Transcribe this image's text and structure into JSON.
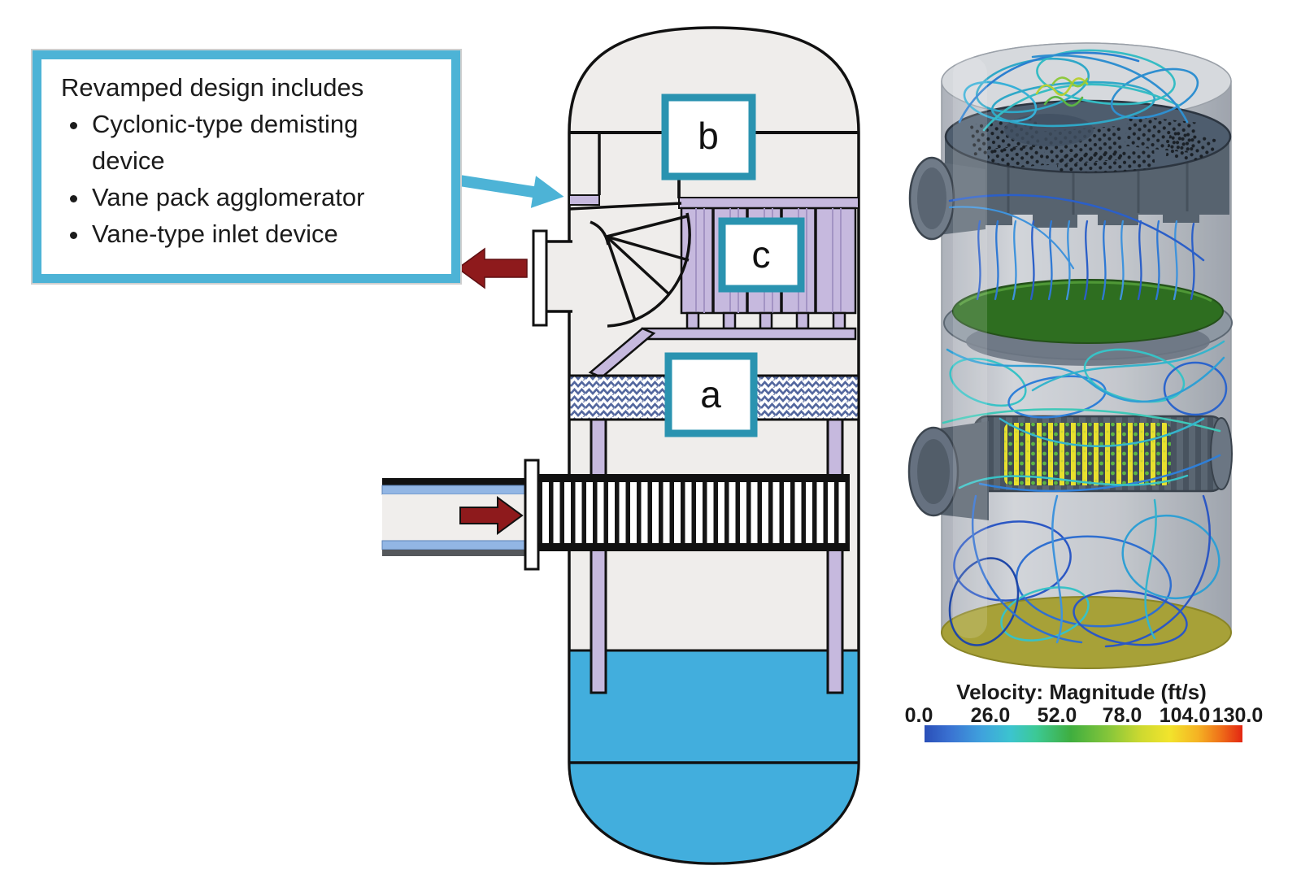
{
  "figure": {
    "description": "Revamped separator vessel schematic with CFD streamline simulation",
    "left_panel": "separator-schematic",
    "right_panel": "cfd-simulation"
  },
  "callout": {
    "title": "Revamped design includes",
    "bullets": [
      "Cyclonic-type demisting device",
      "Vane pack agglomerator",
      "Vane-type inlet device"
    ]
  },
  "labels": {
    "a": "a",
    "b": "b",
    "c": "c"
  },
  "legend": {
    "title": "Velocity: Magnitude (ft/s)",
    "ticks": [
      "0.0",
      "26.0",
      "52.0",
      "78.0",
      "104.0",
      "130.0"
    ]
  },
  "colors": {
    "accent_cyan": "#4db3d6",
    "label_box_border": "#2a93b0",
    "flow_arrow_red": "#8e1a1c",
    "internals_lavender": "#c6b9de",
    "liquid_blue": "#42aedd",
    "mesh_hatch_blue": "#53679e",
    "pipe_stripe_blue": "#92b6e4",
    "vessel_fill": "#efedeb",
    "cfd_liquid_olive": "#a7a138",
    "cfd_mesh_green": "#2e6e20"
  }
}
